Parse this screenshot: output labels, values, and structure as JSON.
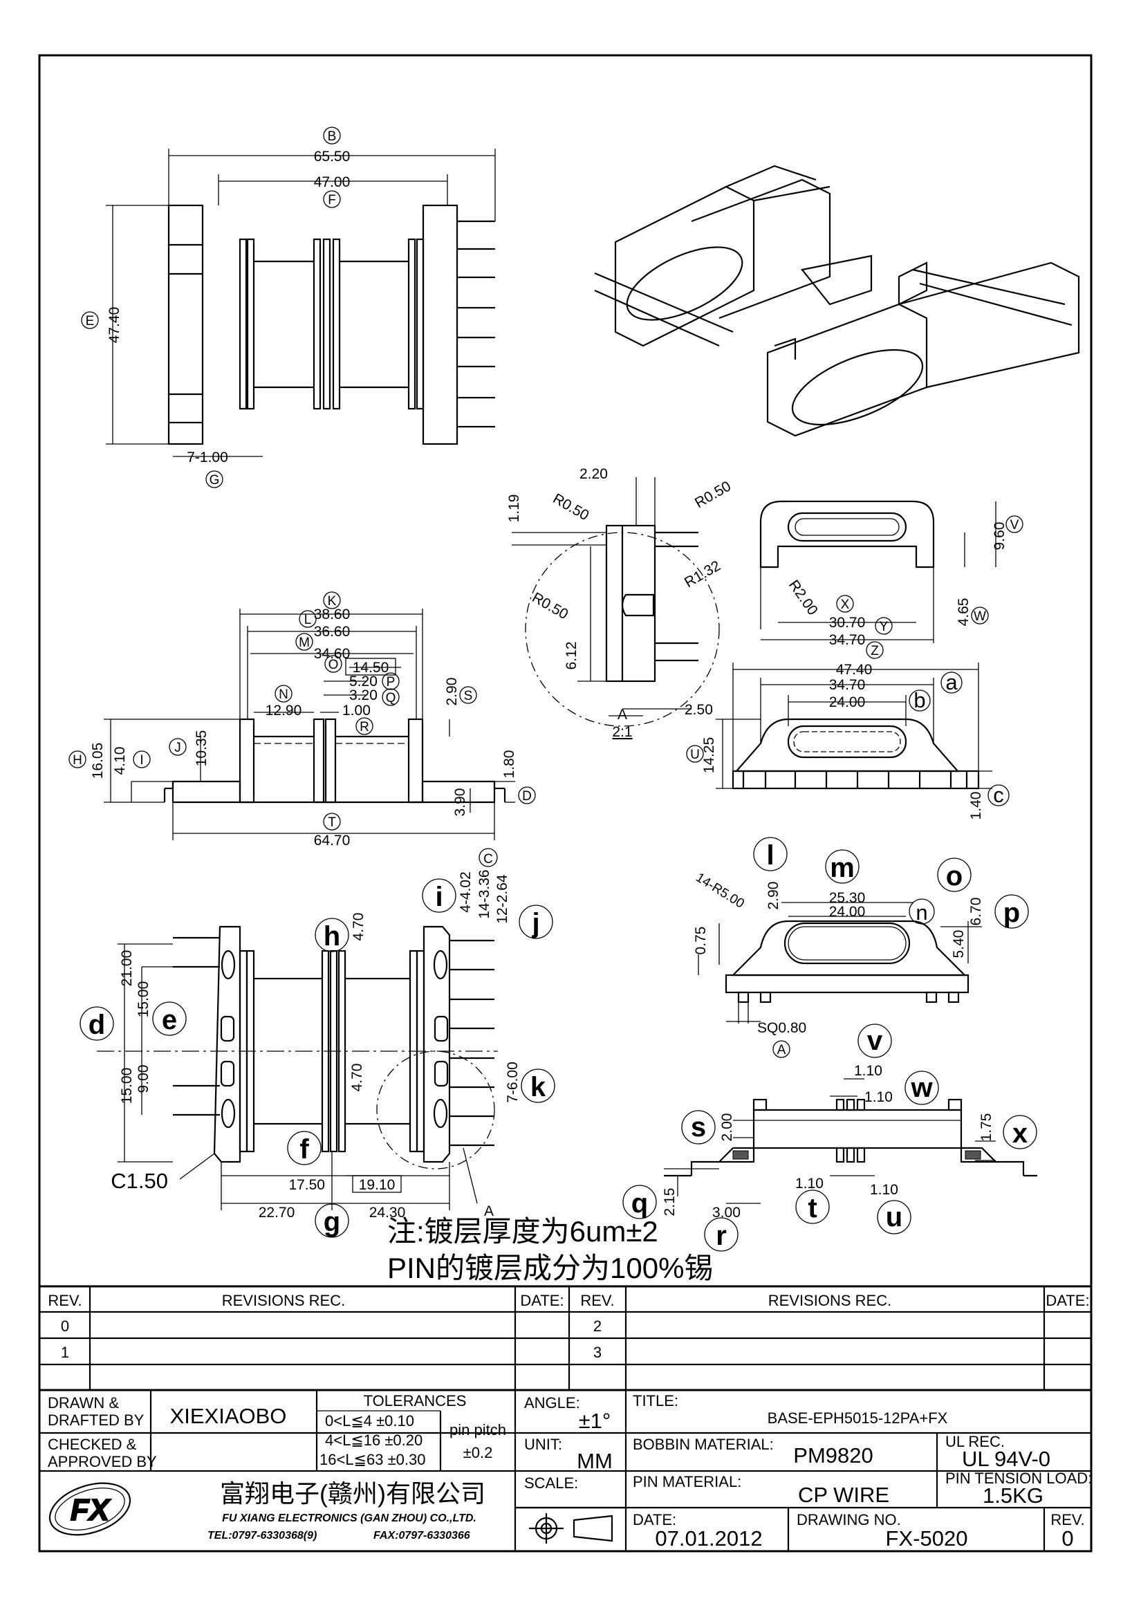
{
  "views": {
    "top": {
      "B": "B",
      "F": "F",
      "E": "E",
      "G": "G",
      "d_b": "65.50",
      "d_f": "47.00",
      "d_e": "47.40",
      "d_g": "7-1.00"
    },
    "detail": {
      "r050a": "R0.50",
      "d220": "2.20",
      "r050b": "R0.50",
      "d119": "1.19",
      "r132": "R1.32",
      "r050c": "R0.50",
      "d612": "6.12",
      "d250": "2.50",
      "a": "A",
      "scale": "2:1"
    },
    "bridge": {
      "d960": "9.60",
      "V": "V",
      "r200": "R2.00",
      "X": "X",
      "d3070": "30.70",
      "Y": "Y",
      "d3470": "34.70",
      "d465": "4.65",
      "W": "W",
      "Z": "Z"
    },
    "front": {
      "K": "K",
      "L": "L",
      "M": "M",
      "O": "O",
      "P": "P",
      "Q": "Q",
      "N": "N",
      "R": "R",
      "S": "S",
      "J": "J",
      "H": "H",
      "I": "I",
      "D": "D",
      "T": "T",
      "U": "U",
      "C": "C",
      "d3860": "38.60",
      "d3660": "36.60",
      "d3460": "34.60",
      "d1450": "14.50",
      "d520": "5.20",
      "d320": "3.20",
      "d1290": "12.90",
      "d100": "1.00",
      "d290": "2.90",
      "d1605": "16.05",
      "d410": "4.10",
      "d1035": "10.35",
      "d180": "1.80",
      "d390": "3.90",
      "d6470": "64.70"
    },
    "side": {
      "d4740": "47.40",
      "d3470": "34.70",
      "a": "a",
      "d2400": "24.00",
      "b": "b",
      "d1425": "14.25",
      "U": "U",
      "d140": "1.40",
      "c": "c"
    },
    "bottom": {
      "i": "i",
      "h": "h",
      "j": "j",
      "d": "d",
      "e": "e",
      "k": "k",
      "f": "f",
      "g": "g",
      "C": "C",
      "a": "A",
      "d402": "4-4.02",
      "d336": "14-3.36",
      "d264": "12-2.64",
      "d470a": "4.70",
      "d2100": "21.00",
      "d1500a": "15.00",
      "d1500b": "15.00",
      "d900": "9.00",
      "d600": "7-6.00",
      "d470b": "4.70",
      "c150": "C1.50",
      "d1750": "17.50",
      "d1910": "19.10",
      "d2270": "22.70",
      "d2430": "24.30"
    },
    "slot": {
      "l": "l",
      "m": "m",
      "o": "o",
      "n": "n",
      "p": "p",
      "a": "A",
      "d290": "2.90",
      "d2530": "25.30",
      "d2400": "24.00",
      "r500": "14-R5.00",
      "d540": "5.40",
      "d670": "6.70",
      "d075": "0.75",
      "sq080": "SQ0.80"
    },
    "pin": {
      "v": "v",
      "w": "w",
      "s": "s",
      "x": "x",
      "q": "q",
      "r": "r",
      "t": "t",
      "u": "u",
      "d110a": "1.10",
      "d110b": "1.10",
      "d200": "2.00",
      "d175": "1.75",
      "d110c": "1.10",
      "d110d": "1.10",
      "d215": "2.15",
      "d300": "3.00"
    }
  },
  "note": {
    "line1": "注:镀层厚度为6um±2",
    "line2": "PIN的镀层成分为100%锡"
  },
  "title_block": {
    "rev_header": "REV.",
    "revisions_header": "REVISIONS   REC.",
    "date_header": "DATE:",
    "rev0": "0",
    "rev1": "1",
    "rev2": "2",
    "rev3": "3",
    "drawn_label": "DRAWN &\nDRAFTED BY",
    "drawn_value": "XIEXIAOBO",
    "checked_label": "CHECKED &\nAPPROVED BY",
    "tolerances_label": "TOLERANCES",
    "tol1": "0<L≦4    ±0.10",
    "tol2": "4<L≦16  ±0.20",
    "tol3": "16<L≦63  ±0.30",
    "pitch_label": "pin pitch",
    "pitch_value": "±0.2",
    "angle_label": "ANGLE:",
    "angle_value": "±1°",
    "unit_label": "UNIT:",
    "unit_value": "MM",
    "scale_label": "SCALE:",
    "title_label": "TITLE:",
    "title_value": "BASE-EPH5015-12PA+FX",
    "bobbin_label": "BOBBIN MATERIAL:",
    "bobbin_value": "PM9820",
    "ul_label": "UL REC.",
    "ul_value": "UL 94V-0",
    "pin_mat_label": "PIN MATERIAL:",
    "pin_mat_value": "CP WIRE",
    "tension_label": "PIN TENSION LOAD:",
    "tension_value": "1.5KG",
    "date_label": "DATE:",
    "date_value": "07.01.2012",
    "drawing_label": "DRAWING NO.",
    "drawing_value": "FX-5020",
    "rev_label": "REV.",
    "rev_value": "0",
    "company_cn": "富翔电子(赣州)有限公司",
    "company_en": "FU XIANG ELECTRONICS (GAN ZHOU) CO.,LTD.",
    "tel": "TEL:0797-6330368(9)",
    "fax": "FAX:0797-6330366",
    "logo_text": "FX"
  }
}
